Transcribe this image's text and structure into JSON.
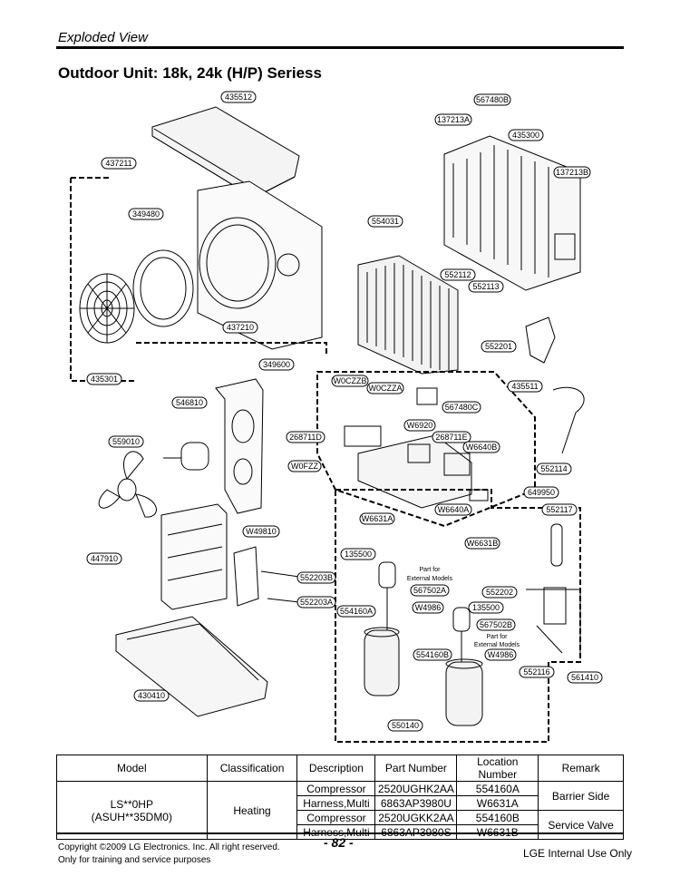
{
  "header": {
    "section": "Exploded View",
    "title": "Outdoor Unit: 18k, 24k (H/P) Seriess"
  },
  "callouts": {
    "c435512": "435512",
    "c567480B": "567480B",
    "c137213A": "137213A",
    "c435300": "435300",
    "c437211": "437211",
    "c137213B": "137213B",
    "c349480": "349480",
    "c554031": "554031",
    "c552112": "552112",
    "c552113": "552113",
    "c437210": "437210",
    "c552201": "552201",
    "c435301": "435301",
    "c349600": "349600",
    "cW0CZZB": "W0CZZB",
    "cW0CZZA": "W0CZZA",
    "c435511": "435511",
    "c546810": "546810",
    "c567480C": "567480C",
    "cW6920": "W6920",
    "c559010": "559010",
    "c268711D": "268711D",
    "c268711E": "268711E",
    "cW6640B": "W6640B",
    "cW0FZZ": "W0FZZ",
    "c552114": "552114",
    "c649950": "649950",
    "cW6640A": "W6640A",
    "c552117": "552117",
    "cW6631A": "W6631A",
    "cW49810": "W49810",
    "cW6631B": "W6631B",
    "c447910": "447910",
    "c135500a": "135500",
    "c552203B": "552203B",
    "c567502A": "567502A",
    "c552202": "552202",
    "c552203A": "552203A",
    "c554160A": "554160A",
    "cW4986a": "W4986",
    "c135500b": "135500",
    "c567502B": "567502B",
    "c554160B": "554160B",
    "cW4986b": "W4986",
    "c552116": "552116",
    "c561410": "561410",
    "c430410": "430410",
    "c550140": "550140"
  },
  "notes": {
    "ext1_line1": "Part for",
    "ext1_line2": "External Models",
    "ext2_line1": "Part for",
    "ext2_line2": "External Models"
  },
  "table": {
    "headers": {
      "model": "Model",
      "classification": "Classification",
      "description": "Description",
      "part_number": "Part Number",
      "location_number": "Location Number",
      "remark": "Remark"
    },
    "model_line1": "LS**0HP",
    "model_line2": "(ASUH**35DM0)",
    "classification": "Heating",
    "rows": [
      {
        "description": "Compressor",
        "part_number": "2520UGHK2AA",
        "location": "554160A"
      },
      {
        "description": "Harness,Multi",
        "part_number": "6863AP3980U",
        "location": "W6631A"
      },
      {
        "description": "Compressor",
        "part_number": "2520UGKK2AA",
        "location": "554160B"
      },
      {
        "description": "Harness,Multi",
        "part_number": "6863AP3980S",
        "location": "W6631B"
      }
    ],
    "remark1": "Barrier Side",
    "remark2": "Service Valve"
  },
  "footer": {
    "copyright_line1": "Copyright ©2009 LG Electronics. Inc. All right reserved.",
    "copyright_line2": "Only for training and service purposes",
    "page_number": "- 82 -",
    "internal": "LGE Internal Use Only"
  }
}
